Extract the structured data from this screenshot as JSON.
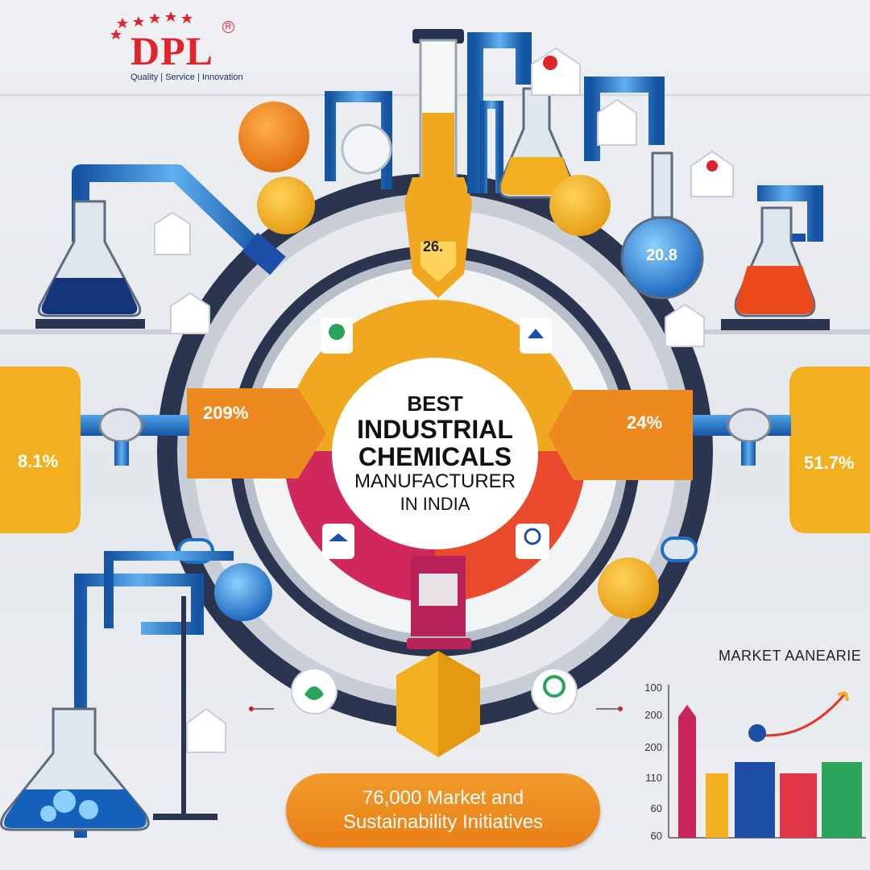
{
  "brand": {
    "name": "DPL",
    "registered_mark": "R",
    "tagline": "Quality | Service | Innovation",
    "color": "#e0242b"
  },
  "title": {
    "line1": "BEST",
    "line2": "INDUSTRIAL",
    "line3": "CHEMICALS",
    "line4": "MANUFACTURER",
    "line5": "IN INDIA"
  },
  "stats": {
    "left_panel": "209%",
    "right_panel": "24%",
    "far_left": "8.1%",
    "far_right": "51.7%",
    "top_tube": "26.",
    "top_right_flask": "20.8"
  },
  "banner": {
    "line1": "76,000 Market and",
    "line2": "Sustainability Initiatives"
  },
  "market_chart": {
    "title": "MARKET AANEARIE",
    "y_ticks": [
      "100",
      "200",
      "200",
      "110",
      "60",
      "60"
    ]
  },
  "colors": {
    "orange": "#ec8a1f",
    "yellow": "#f2b021",
    "red": "#e53935",
    "crimson": "#c6264c",
    "navy": "#26324f",
    "blue": "#1e6fc4",
    "green": "#2aa45a"
  },
  "icons": [
    "flask-icon",
    "pipe-icon",
    "leaf-icon",
    "factory-icon",
    "gear-icon",
    "globe-icon",
    "chart-icon"
  ]
}
